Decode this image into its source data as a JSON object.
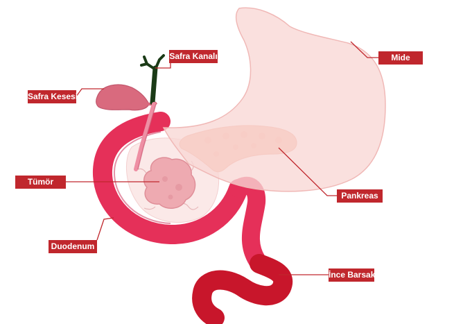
{
  "colors": {
    "label_bg": "#c0272d",
    "label_text": "#ffffff",
    "leader_line": "#c0272d",
    "stomach_fill": "#f8d7d5",
    "stomach_stroke": "#f0b8b6",
    "duodenum": "#e53059",
    "small_intestine": "#c8162b",
    "pancreas": "#f6b6a0",
    "tumor": "#eeaab1",
    "gallbladder": "#d96a7e",
    "bile_duct": "#1b3b17"
  },
  "labels": {
    "stomach": "Mide",
    "bile_duct": "Safra Kanalı",
    "gallbladder": "Safra Kesesi",
    "pancreas": "Pankreas",
    "tumor": "Tümör",
    "duodenum": "Duodenum",
    "small_intestine": "İnce Barsak"
  }
}
